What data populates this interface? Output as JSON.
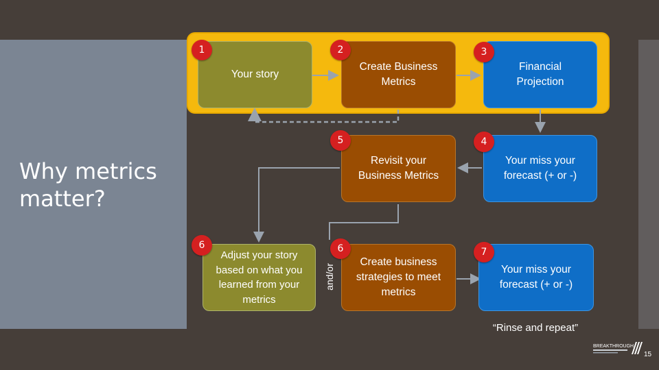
{
  "title": "Why metrics matter?",
  "cards": {
    "your_story": "Your story",
    "create_metrics": "Create Business Metrics",
    "financial_projection": "Financial Projection",
    "revisit_metrics": "Revisit your Business Metrics",
    "miss_forecast_1": "Your miss your forecast (+ or -)",
    "adjust_story": "Adjust your story based on what you learned from your metrics",
    "create_strategies": "Create business strategies to meet metrics",
    "miss_forecast_2": "Your miss your forecast (+ or -)"
  },
  "badges": {
    "b1": "1",
    "b2": "2",
    "b3": "3",
    "b4": "4",
    "b5": "5",
    "b6a": "6",
    "b6b": "6",
    "b7": "7"
  },
  "and_or": "and/or",
  "rinse": "“Rinse and repeat”",
  "page_number": "15",
  "logo_text": "BREAKTHROUGH",
  "colors": {
    "background": "#463e39",
    "panel": "#7b8593",
    "yellow": "#f5b90d",
    "olive": "#8c8a2e",
    "brown": "#9a4d02",
    "blue": "#0f6ec7",
    "badge": "#d52020"
  }
}
